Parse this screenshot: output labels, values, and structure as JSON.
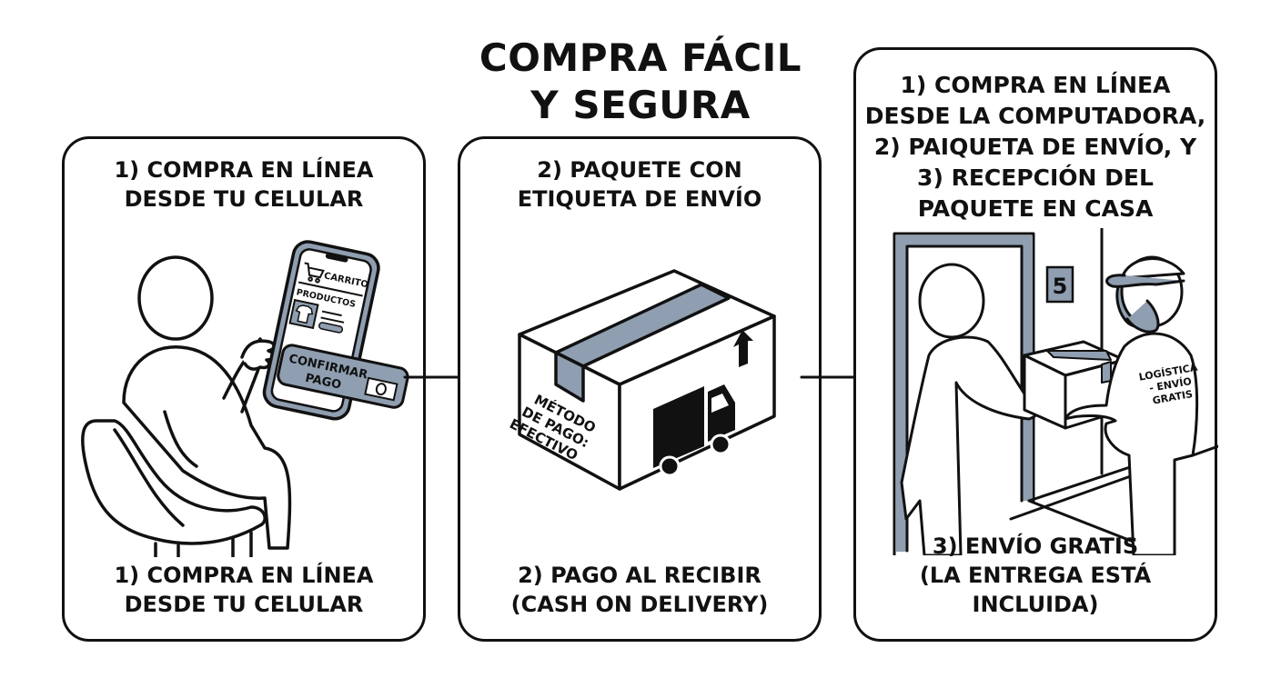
{
  "title": "COMPRA FÁCIL\nY SEGURA",
  "title_line1": "COMPRA FÁCIL",
  "title_line2": "Y SEGURA",
  "accent_color": "#8f9eb0",
  "panels": [
    {
      "top_caption": "1) COMPRA EN LÍNEA\nDESDE TU CELULAR",
      "bottom_caption": "1) COMPRA EN LÍNEA\nDESDE TU CELULAR",
      "phone": {
        "cart_label": "CARRITO",
        "products_label": "PRODUCTOS",
        "confirm_line1": "CONFIRMAR",
        "confirm_line2": "PAGO"
      }
    },
    {
      "top_caption": "2) PAQUETE CON\nETIQUETA DE ENVÍO",
      "bottom_caption": "2) PAGO AL RECIBIR\n(CASH ON DELIVERY)",
      "box": {
        "label_line1": "MÉTODO",
        "label_line2": "DE PAGO:",
        "label_line3": "EFECTIVO"
      }
    },
    {
      "top_caption": "1) COMPRA EN LÍNEA\nDESDE LA COMPUTADORA,\n2) PAIQUETA DE ENVÍO, Y\n3) RECEPCIÓN DEL\nPAQUETE EN CASA",
      "bottom_caption": "3) ENVÍO GRATIS\n(LA ENTREGA ESTÁ INCLUIDA)",
      "scene": {
        "door_number": "5",
        "shirt_line1": "LOGÍSTICA",
        "shirt_line2": "- ENVÍO",
        "shirt_line3": "GRATIS"
      }
    }
  ]
}
